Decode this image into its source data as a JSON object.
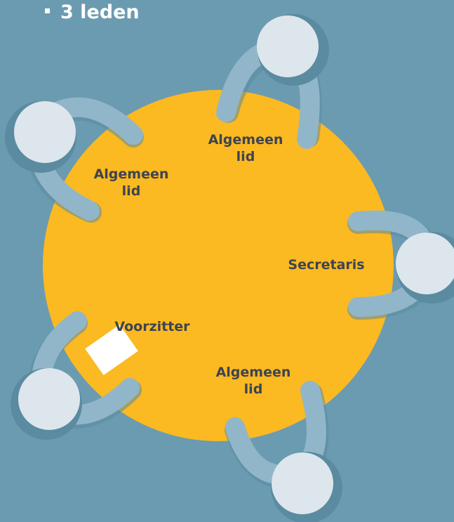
{
  "heading": {
    "text": "3 leden"
  },
  "roles": {
    "top": {
      "line1": "Algemeen",
      "line2": "lid"
    },
    "upper_left": {
      "line1": "Algemeen",
      "line2": "lid"
    },
    "right": {
      "line1": "Secretaris"
    },
    "lower_left": {
      "line1": "Voorzitter"
    },
    "bottom": {
      "line1": "Algemeen",
      "line2": "lid"
    }
  },
  "colors": {
    "background": "#6b9bb0",
    "table": "#fbb922",
    "arm": "#91b6c9",
    "shadow": "#5a8ba0",
    "head": "#dde6ec",
    "label": "#3d4450",
    "paper": "#ffffff"
  }
}
